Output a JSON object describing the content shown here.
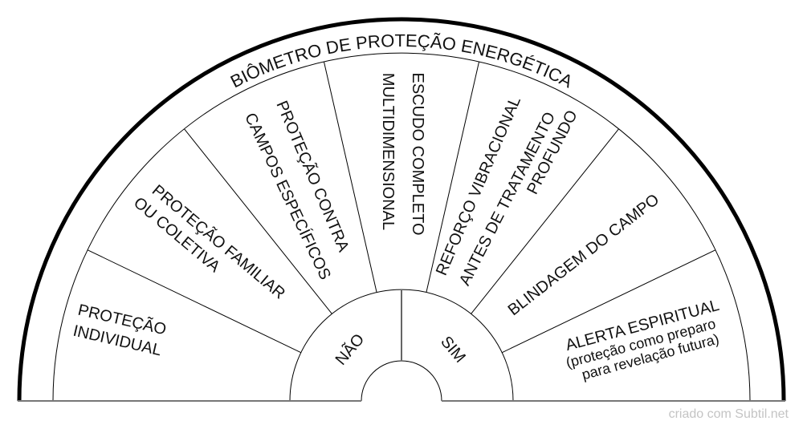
{
  "title": "BIÔMETRO DE PROTEÇÃO ENERGÉTICA",
  "sectors": [
    {
      "lines": [
        "PROTEÇÃO",
        "INDIVIDUAL"
      ]
    },
    {
      "lines": [
        "PROTEÇÃO FAMILIAR",
        "OU COLETIVA"
      ]
    },
    {
      "lines": [
        "PROTEÇÃO CONTRA",
        "CAMPOS ESPECÍFICOS"
      ]
    },
    {
      "lines": [
        "ESCUDO COMPLETO",
        "MULTIDIMENSIONAL"
      ]
    },
    {
      "lines": [
        "REFORÇO VIBRACIONAL",
        "ANTES DE TRATAMENTO",
        "PROFUNDO"
      ]
    },
    {
      "lines": [
        "BLINDAGEM DO CAMPO"
      ]
    },
    {
      "lines": [
        "ALERTA ESPIRITUAL",
        "(proteção como preparo",
        "para revelação futura)"
      ]
    }
  ],
  "answers": {
    "no": "NÃO",
    "yes": "SIM"
  },
  "watermark": "criado com Subtil.net"
}
